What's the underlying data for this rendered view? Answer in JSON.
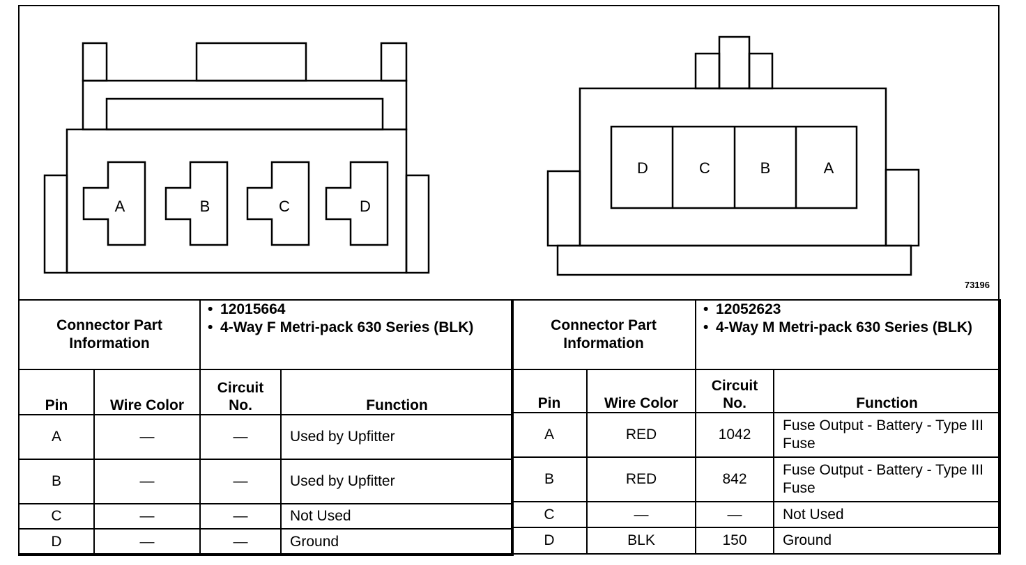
{
  "figure_id": "73196",
  "left_connector": {
    "cavities": [
      "A",
      "B",
      "C",
      "D"
    ],
    "info_label": "Connector Part Information",
    "part_number": "12015664",
    "description": "4-Way F Metri-pack 630 Series (BLK)",
    "columns": {
      "pin": "Pin",
      "wire_color": "Wire Color",
      "circuit": "Circuit No.",
      "function": "Function"
    },
    "rows": [
      {
        "pin": "A",
        "wire_color": "—",
        "circuit": "—",
        "function": "Used by Upfitter"
      },
      {
        "pin": "B",
        "wire_color": "—",
        "circuit": "—",
        "function": "Used by Upfitter"
      },
      {
        "pin": "C",
        "wire_color": "—",
        "circuit": "—",
        "function": "Not Used"
      },
      {
        "pin": "D",
        "wire_color": "—",
        "circuit": "—",
        "function": "Ground"
      }
    ]
  },
  "right_connector": {
    "cavities": [
      "D",
      "C",
      "B",
      "A"
    ],
    "info_label": "Connector Part Information",
    "part_number": "12052623",
    "description": "4-Way M Metri-pack 630 Series (BLK)",
    "columns": {
      "pin": "Pin",
      "wire_color": "Wire Color",
      "circuit": "Circuit No.",
      "function": "Function"
    },
    "rows": [
      {
        "pin": "A",
        "wire_color": "RED",
        "circuit": "1042",
        "function": "Fuse Output - Battery - Type III Fuse"
      },
      {
        "pin": "B",
        "wire_color": "RED",
        "circuit": "842",
        "function": "Fuse Output - Battery - Type III Fuse"
      },
      {
        "pin": "C",
        "wire_color": "—",
        "circuit": "—",
        "function": "Not Used"
      },
      {
        "pin": "D",
        "wire_color": "BLK",
        "circuit": "150",
        "function": "Ground"
      }
    ]
  }
}
